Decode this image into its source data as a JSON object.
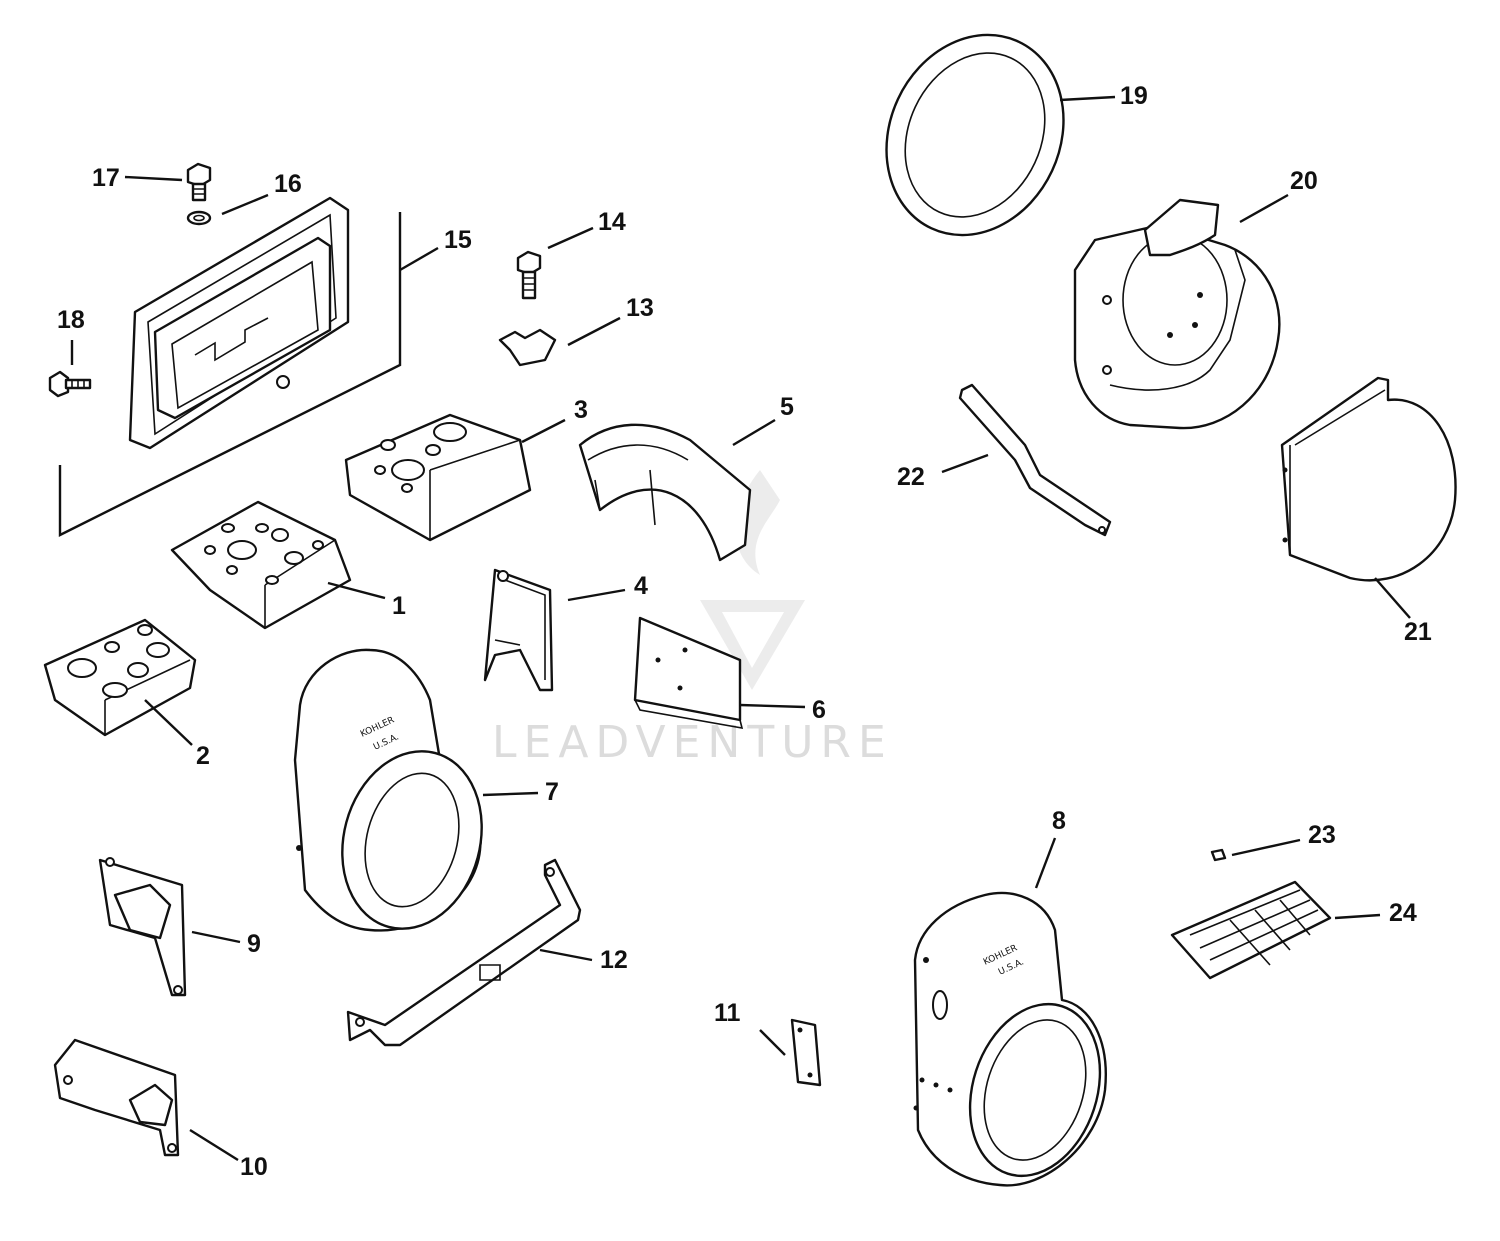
{
  "watermark": {
    "text": "LEADVENTURE"
  },
  "parts": {
    "p1": "1",
    "p2": "2",
    "p3": "3",
    "p4": "4",
    "p5": "5",
    "p6": "6",
    "p7": "7",
    "p8": "8",
    "p9": "9",
    "p10": "10",
    "p11": "11",
    "p12": "12",
    "p13": "13",
    "p14": "14",
    "p15": "15",
    "p16": "16",
    "p17": "17",
    "p18": "18",
    "p19": "19",
    "p20": "20",
    "p21": "21",
    "p22": "22",
    "p23": "23",
    "p24": "24"
  },
  "brand": {
    "line1": "KOHLER",
    "line2": "U.S.A."
  }
}
